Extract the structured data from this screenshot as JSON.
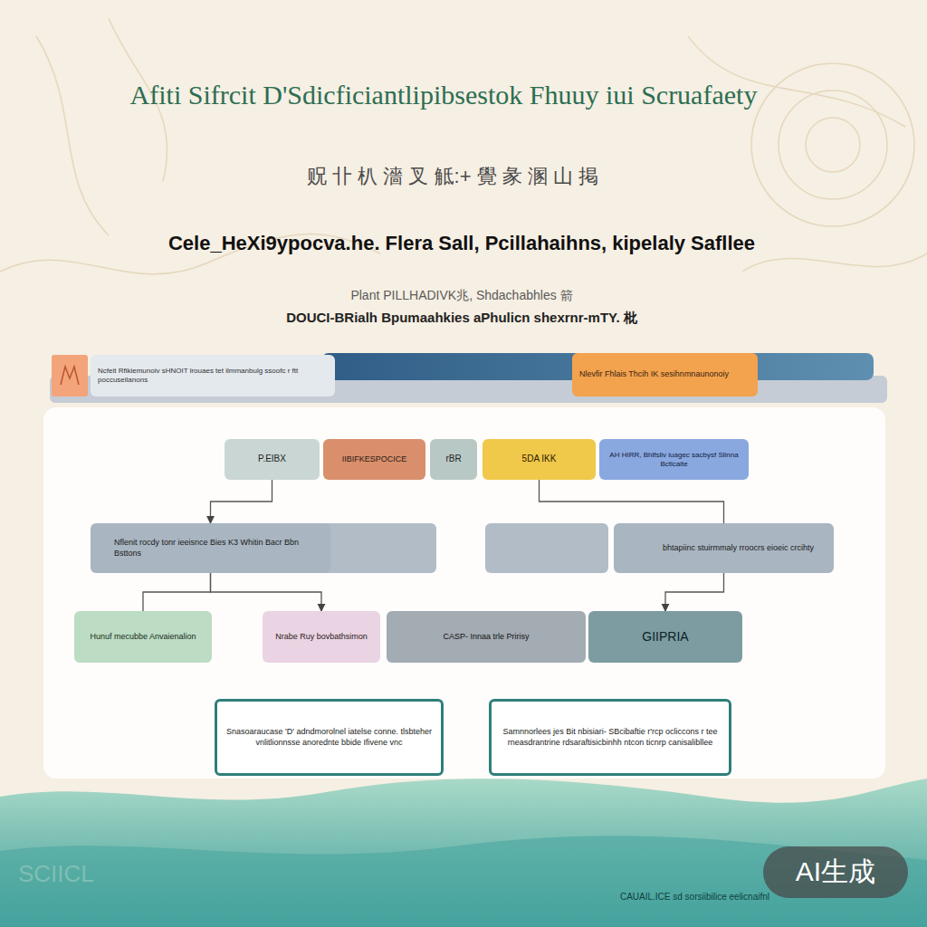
{
  "diagram": {
    "title": "Afiti Sifrcit D'Sdicficiantlipibsestok Fhuuy iui Scruafaety",
    "nodes": [
      {
        "text": [
          "Ncfeit Rfikiemunoiv sHNOIT lrouaes tet ilmmanbulg ssoofc r ftt poccuseilanons"
        ]
      },
      {
        "text": [
          "Nlevfir Fhlais Thcih IK sesihnmnaunonoiy"
        ]
      },
      {
        "text": [
          "P.EIBX"
        ]
      },
      {
        "text": [
          "IIBIFKESPOCICE"
        ]
      },
      {
        "text": [
          "rBR"
        ]
      },
      {
        "text": [
          "5DA IKK"
        ]
      },
      {
        "text": [
          "AH HIRR, Bhlfsliv iuagec sacbysf Slinna Bctlcaite"
        ]
      },
      {
        "text": [
          "Nflenit rocdy tonr ieeisnce Bies K3 Whitin Bacr Bbn Bsttons"
        ]
      },
      {
        "text": [
          "bhtapiinc stuirmmaly rroocrs eioeic crcihty"
        ]
      },
      {
        "text": [
          "Hunuf mecubbe Anvaienalion"
        ]
      },
      {
        "text": [
          "Nrabe Ruy bovbathsimon"
        ]
      },
      {
        "text": [
          "CASP- Innaa trle Pririsy"
        ]
      },
      {
        "text": [
          "GIIPRIA"
        ]
      },
      {
        "text": [
          "Snasoaraucase 'D' adndmorolnel iatelse conne. tlsbteher vnlitlionnsse anorednte bbide Ifivene vnc"
        ]
      },
      {
        "text": [
          "Samnnorlees jes Bit nbisiari- SBcibaftie r'rcp ocliccons r tee rneasdrantrine rdsaraftisicbinhh ntcon ticnrp canisalibllee"
        ]
      }
    ],
    "edges": [
      {
        "from": 2,
        "to": 7,
        "arrow": "to"
      },
      {
        "from": 5,
        "to": 8,
        "arrow": "none"
      },
      {
        "from": 7,
        "to": 9,
        "arrow": "none"
      },
      {
        "from": 7,
        "to": 10,
        "arrow": "to"
      },
      {
        "from": 8,
        "to": 12,
        "arrow": "to"
      }
    ],
    "labels": [
      "贶 卝 朳 濇 叉 觝:+ 覺 彖 溷 山 掲",
      "Cele_HeXi9ypocva.he. Flera Sall, Pcillahaihns, kipelaly Safllee",
      "Plant PILLHADIVK兆, Shdachabhles 箭",
      "DOUCI-BRialh Bpumaahkies aPhulicn shexrnr-mTY. 枇",
      "SCIICL",
      "CAUAIL.ICE sd sorsiibilice eelicnaifnl",
      "AI生成"
    ]
  }
}
